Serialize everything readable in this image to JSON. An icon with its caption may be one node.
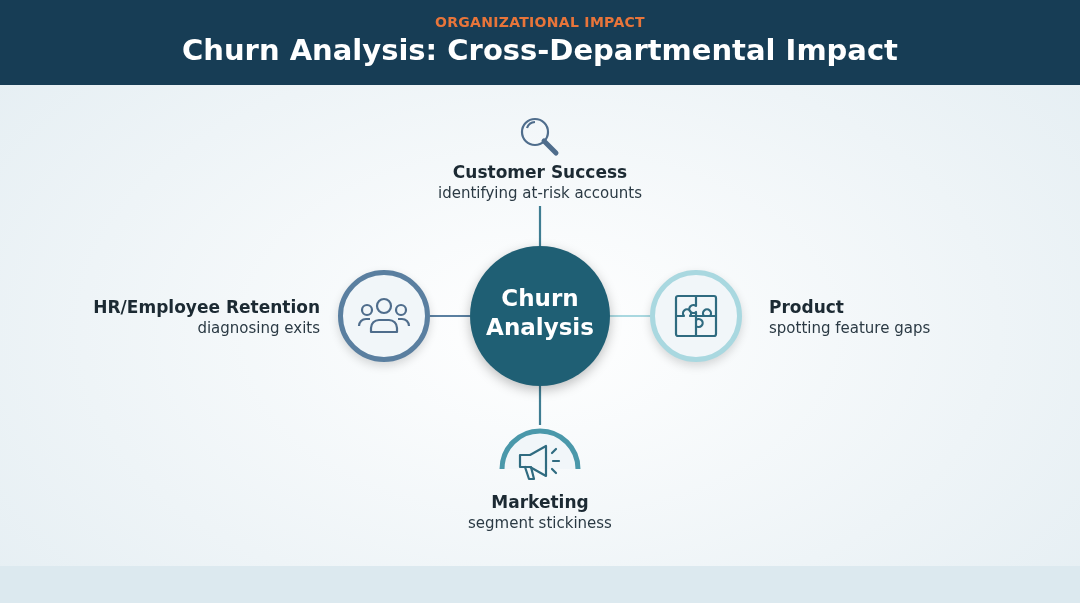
{
  "diagram": {
    "title": "Churn Analysis: Cross-Departmental Impact",
    "nodes": [
      {
        "text": [
          "Churn Analysis"
        ]
      },
      {
        "text": [
          "Customer Success",
          "identifying at-risk accounts"
        ]
      },
      {
        "text": [
          "HR/Employee Retention",
          "diagnosing exits"
        ]
      },
      {
        "text": [
          "Product",
          "spotting feature gaps"
        ]
      },
      {
        "text": [
          "Marketing",
          "segment stickiness"
        ]
      }
    ],
    "edges": [
      {
        "from": 0,
        "to": 1,
        "arrow": "none"
      },
      {
        "from": 0,
        "to": 2,
        "arrow": "none",
        "color": "#5a7fa0"
      },
      {
        "from": 0,
        "to": 3,
        "arrow": "none",
        "color": "#a9d8e0"
      },
      {
        "from": 0,
        "to": 4,
        "arrow": "none"
      }
    ],
    "labels": [
      "ORGANIZATIONAL IMPACT"
    ]
  }
}
